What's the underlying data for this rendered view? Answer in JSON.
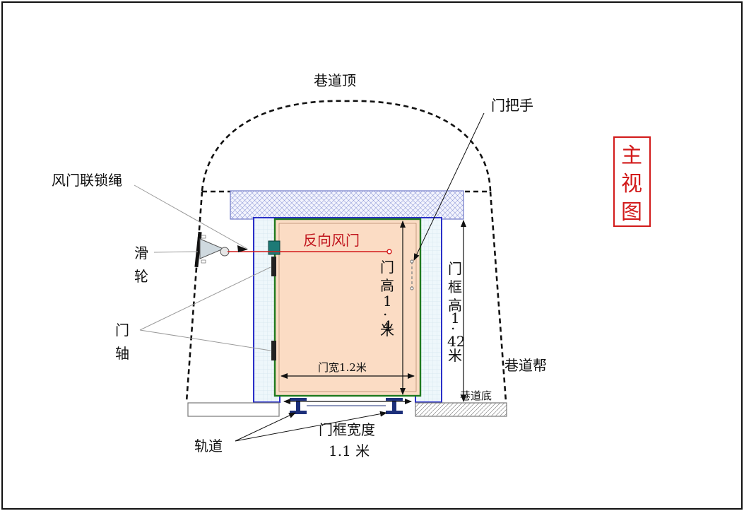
{
  "labels": {
    "roadway_top": "巷道顶",
    "door_handle": "门把手",
    "interlock_rope": "风门联锁绳",
    "pulley": [
      "滑",
      "轮"
    ],
    "hinge": [
      "门",
      "轴"
    ],
    "reverse_door": "反向风门",
    "door_height": [
      "门",
      "高",
      "1",
      ".",
      "4",
      "米"
    ],
    "frame_height": [
      "门",
      "框",
      "高",
      "1",
      ".",
      "42",
      "米"
    ],
    "door_width": "门宽1.2米",
    "roadway_side": "巷道帮",
    "roadway_floor": "巷道底",
    "rail": "轨道",
    "frame_width": [
      "门框宽度",
      "1.1 米"
    ]
  },
  "view_title": [
    "主",
    "视",
    "图"
  ],
  "colors": {
    "frame_blue": "#2a2fc8",
    "door_green": "#1f7a1f",
    "door_fill": "#fbdcc4",
    "rope_red": "#d21a1a",
    "title_red": "#d21a1a",
    "hatch_blue": "#8f9ad8",
    "teal_block": "#1d7a76",
    "rail_blue": "#1c2f7a"
  },
  "icons": {
    "rail_section": "i-beam-rail-icon",
    "pulley": "pulley-icon",
    "hinge": "hinge-block-icon"
  }
}
